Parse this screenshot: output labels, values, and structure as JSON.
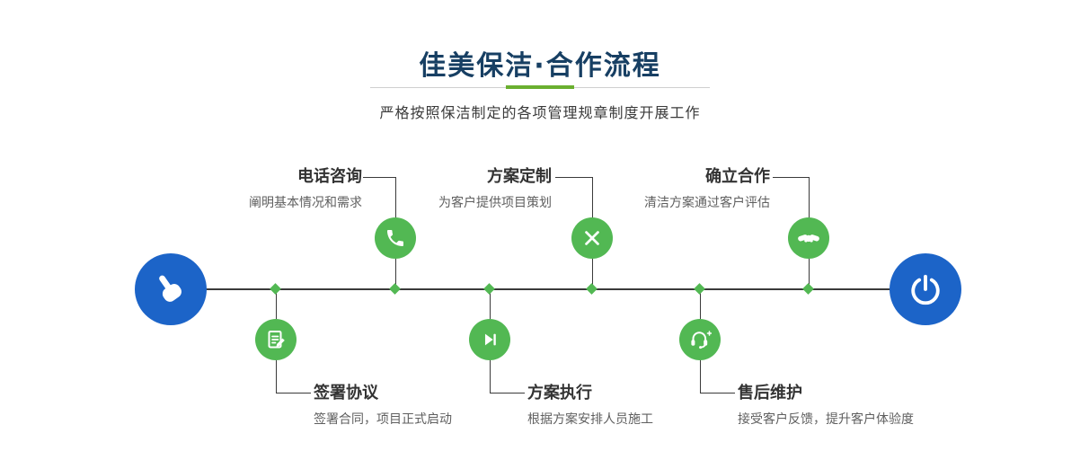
{
  "header": {
    "title": "佳美保洁·合作流程",
    "subtitle": "严格按照保洁制定的各项管理规章制度开展工作"
  },
  "timeline": {
    "start_icon": "pointing-hand-icon",
    "end_icon": "power-icon"
  },
  "steps_top": [
    {
      "label": "电话咨询",
      "desc": "阐明基本情况和需求",
      "icon": "phone-icon"
    },
    {
      "label": "方案定制",
      "desc": "为客户提供项目策划",
      "icon": "design-tools-icon"
    },
    {
      "label": "确立合作",
      "desc": "清洁方案通过客户评估",
      "icon": "handshake-icon"
    }
  ],
  "steps_bottom": [
    {
      "label": "签署协议",
      "desc": "签署合同，项目正式启动",
      "icon": "contract-icon"
    },
    {
      "label": "方案执行",
      "desc": "根据方案安排人员施工",
      "icon": "play-icon"
    },
    {
      "label": "售后维护",
      "desc": "接受客户反馈，提升客户体验度",
      "icon": "headset-icon"
    }
  ],
  "colors": {
    "title": "#173f63",
    "accent_green": "#52b853",
    "accent_blue": "#1c64c8",
    "underline_green": "#6aaf2f",
    "line": "#3a3a3a"
  }
}
